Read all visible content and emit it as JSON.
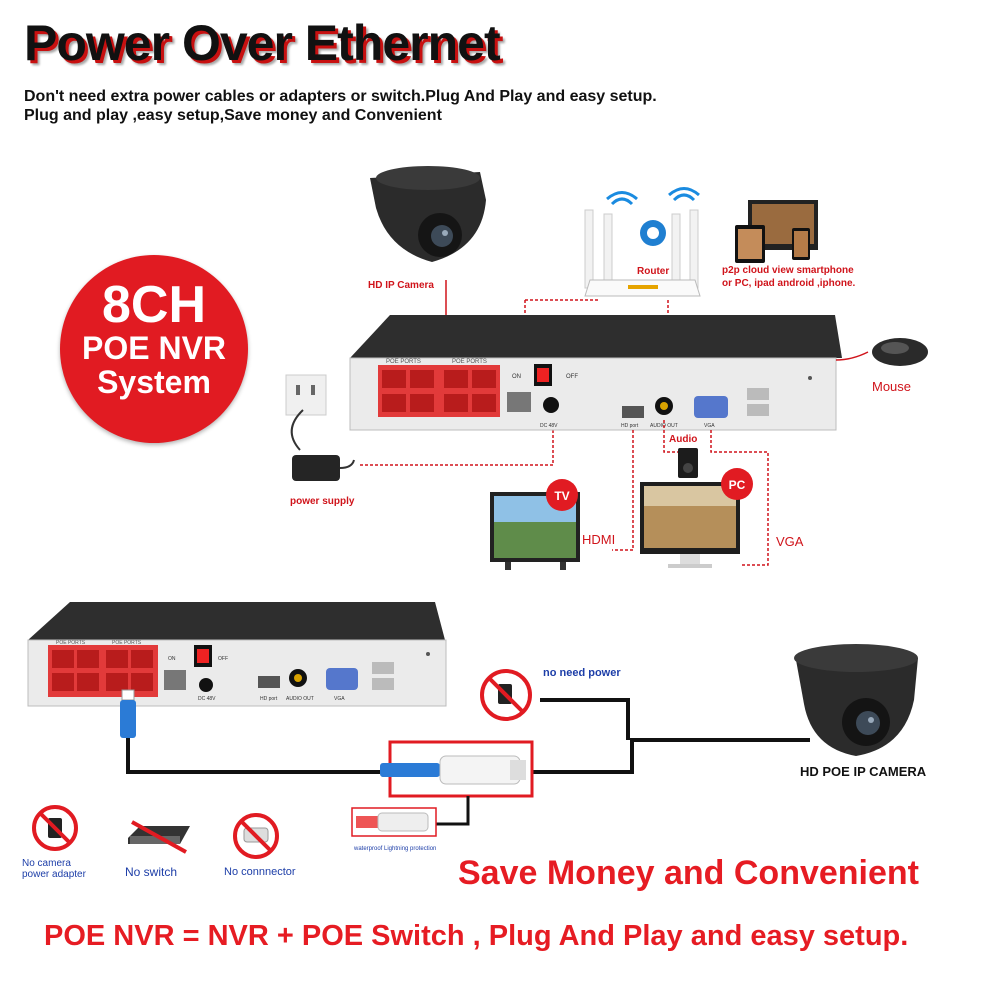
{
  "header": {
    "title": "Power Over Ethernet",
    "subtitle_1": "Don't need extra power cables or adapters or switch.Plug And Play and easy setup.",
    "subtitle_2": "Plug and play ,easy setup,Save money and Convenient"
  },
  "badge": {
    "line1": "8CH",
    "line2": "POE NVR",
    "line3": "System"
  },
  "top_diagram": {
    "camera_label": "HD IP Camera",
    "router_label": "Router",
    "cloud_label_1": "p2p cloud  view smartphone",
    "cloud_label_2": "or PC, ipad android ,iphone.",
    "mouse_label": "Mouse",
    "power_label": "power supply",
    "tv_badge": "TV",
    "pc_badge": "PC",
    "hdmi_label": "HDMI",
    "vga_label": "VGA",
    "audio_label": "Audio",
    "nvr_ports": {
      "poe": "POE PORTS",
      "on": "ON",
      "off": "OFF",
      "dc": "DC 48V",
      "hdmi": "HD port",
      "audio": "AUDIO OUT",
      "vga": "VGA"
    }
  },
  "bottom_diagram": {
    "no_power_label": "no need power",
    "camera_label": "HD POE IP CAMERA",
    "waterproof_label": "waterproof Lightning protection",
    "icons": [
      {
        "label_1": "No camera",
        "label_2": "power adapter"
      },
      {
        "label_1": "No switch",
        "label_2": ""
      },
      {
        "label_1": "No connnector",
        "label_2": ""
      }
    ]
  },
  "footer": {
    "save": "Save Money and Convenient",
    "formula": "POE NVR = NVR + POE Switch , Plug And Play and easy setup."
  },
  "colors": {
    "accent_red": "#e11b22",
    "label_blue": "#1d3ea8",
    "device_gray": "#e8e8e8"
  }
}
